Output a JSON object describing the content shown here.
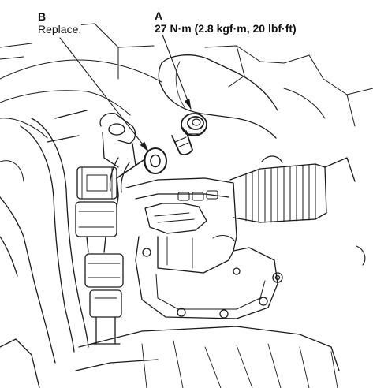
{
  "callouts": {
    "a": {
      "letter": "A",
      "text": "27 N·m (2.8 kgf·m, 20 lbf·ft)"
    },
    "b": {
      "letter": "B",
      "text": "Replace."
    }
  },
  "parts": {
    "a": {
      "icon": "flange-bolt-icon"
    },
    "b": {
      "icon": "sealing-washer-icon"
    }
  },
  "colors": {
    "line": "#1a1a1a",
    "background": "#ffffff"
  }
}
